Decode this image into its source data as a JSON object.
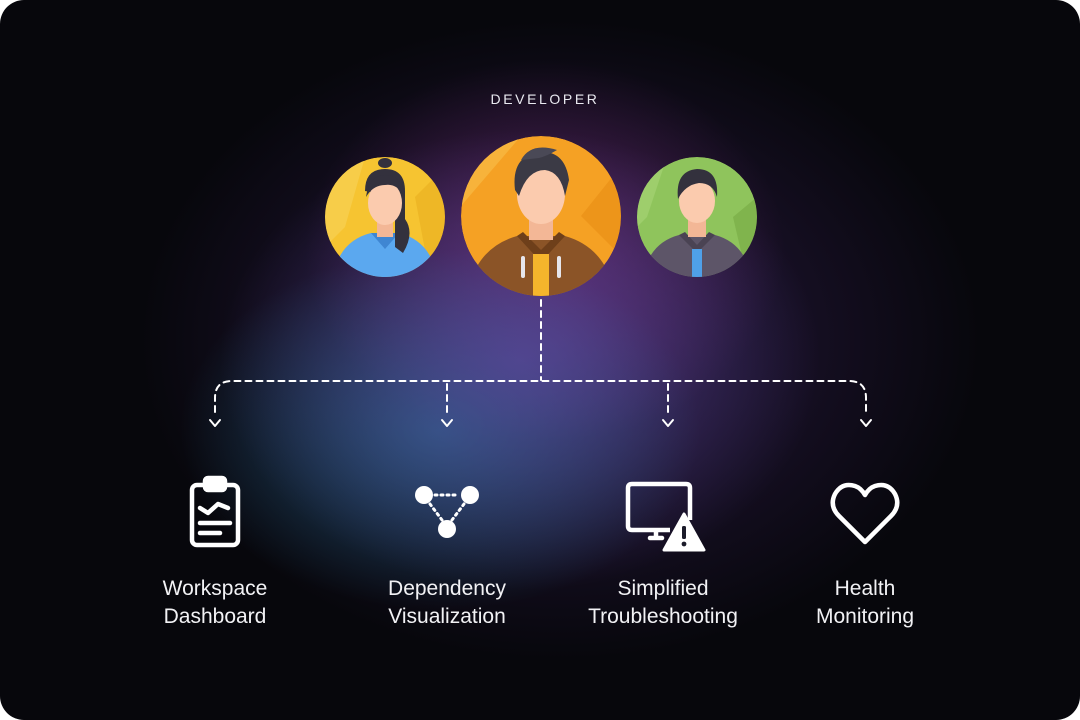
{
  "role": {
    "label": "DEVELOPER"
  },
  "avatars": [
    {
      "id": "woman",
      "ring_color": "#f4c02e",
      "shirt_color": "#5aa9f0"
    },
    {
      "id": "man-center",
      "ring_color": "#f5a021",
      "shirt_color": "#8a5224"
    },
    {
      "id": "man-right",
      "ring_color": "#8fc25a",
      "shirt_color": "#5c5466"
    }
  ],
  "features": [
    {
      "icon": "clipboard-chart-icon",
      "line1": "Workspace",
      "line2": "Dashboard"
    },
    {
      "icon": "node-graph-icon",
      "line1": "Dependency",
      "line2": "Visualization"
    },
    {
      "icon": "monitor-warning-icon",
      "line1": "Simplified",
      "line2": "Troubleshooting"
    },
    {
      "icon": "heart-icon",
      "line1": "Health",
      "line2": "Monitoring"
    }
  ]
}
